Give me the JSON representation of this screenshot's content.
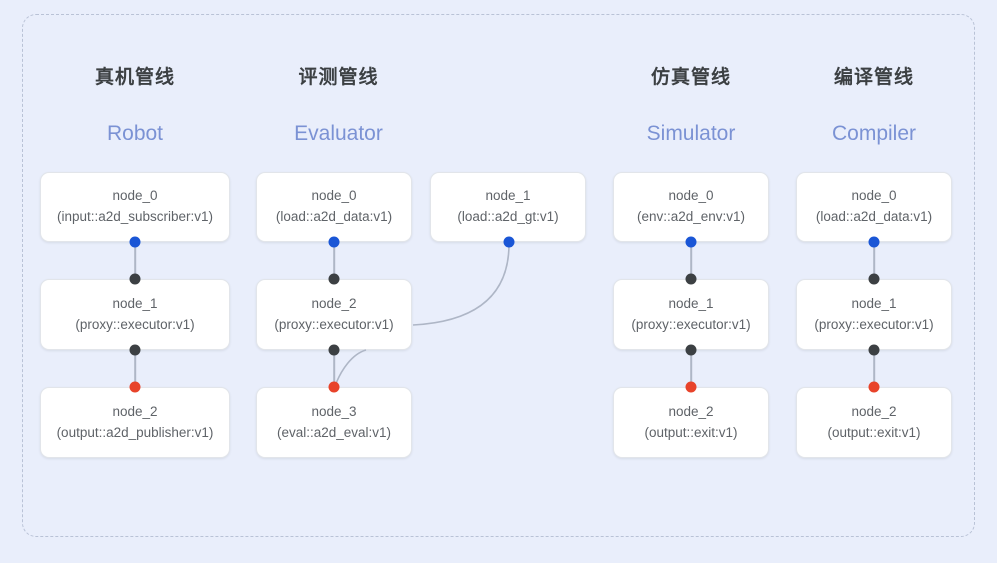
{
  "theme": {
    "background": "#e9eefb",
    "frame_border": "#b9c2d6",
    "node_bg": "#ffffff",
    "node_border": "#e2e5ea",
    "title_cn_color": "#3c4043",
    "title_en_color": "#7b92d4",
    "node_text_color": "#5f6368",
    "dot_blue": "#1a56d6",
    "dot_black": "#3c4043",
    "dot_red": "#e8432a",
    "link_color": "#aeb6c6"
  },
  "columns": [
    {
      "title_cn": "真机管线",
      "title_en": "Robot",
      "nodes": [
        {
          "name": "node_0",
          "type": "(input::a2d_subscriber:v1)"
        },
        {
          "name": "node_1",
          "type": "(proxy::executor:v1)"
        },
        {
          "name": "node_2",
          "type": "(output::a2d_publisher:v1)"
        }
      ]
    },
    {
      "title_cn": "评测管线",
      "title_en": "Evaluator",
      "nodes": [
        {
          "name": "node_0",
          "type": "(load::a2d_data:v1)"
        },
        {
          "name": "node_2",
          "type": "(proxy::executor:v1)"
        },
        {
          "name": "node_3",
          "type": "(eval::a2d_eval:v1)"
        }
      ],
      "side_node": {
        "name": "node_1",
        "type": "(load::a2d_gt:v1)"
      }
    },
    {
      "title_cn": "仿真管线",
      "title_en": "Simulator",
      "nodes": [
        {
          "name": "node_0",
          "type": "(env::a2d_env:v1)"
        },
        {
          "name": "node_1",
          "type": "(proxy::executor:v1)"
        },
        {
          "name": "node_2",
          "type": "(output::exit:v1)"
        }
      ]
    },
    {
      "title_cn": "编译管线",
      "title_en": "Compiler",
      "nodes": [
        {
          "name": "node_0",
          "type": "(load::a2d_data:v1)"
        },
        {
          "name": "node_1",
          "type": "(proxy::executor:v1)"
        },
        {
          "name": "node_2",
          "type": "(output::exit:v1)"
        }
      ]
    }
  ]
}
